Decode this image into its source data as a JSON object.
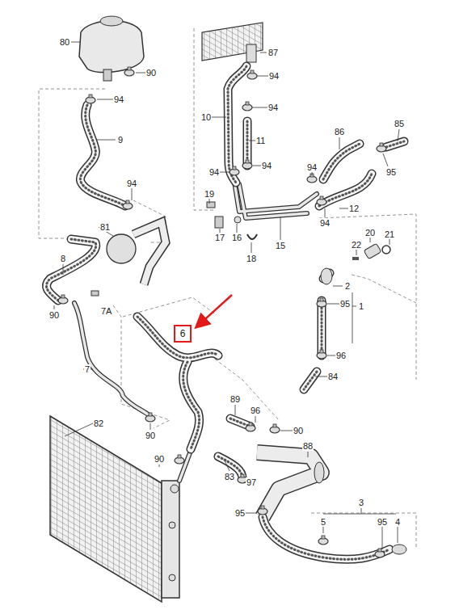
{
  "diagram": {
    "nodes": [
      {
        "text": [
          "6"
        ]
      }
    ],
    "labels": [
      "80",
      "90",
      "94",
      "9",
      "94",
      "81",
      "8",
      "7A",
      "90",
      "7",
      "82",
      "90",
      "90",
      "87",
      "94",
      "10",
      "94",
      "11",
      "94",
      "94",
      "19",
      "17",
      "16",
      "18",
      "15",
      "86",
      "85",
      "94",
      "95",
      "12",
      "94",
      "22",
      "20",
      "21",
      "2",
      "95",
      "1",
      "96",
      "84",
      "89",
      "96",
      "90",
      "88",
      "83",
      "97",
      "95",
      "3",
      "5",
      "95",
      "4"
    ]
  }
}
